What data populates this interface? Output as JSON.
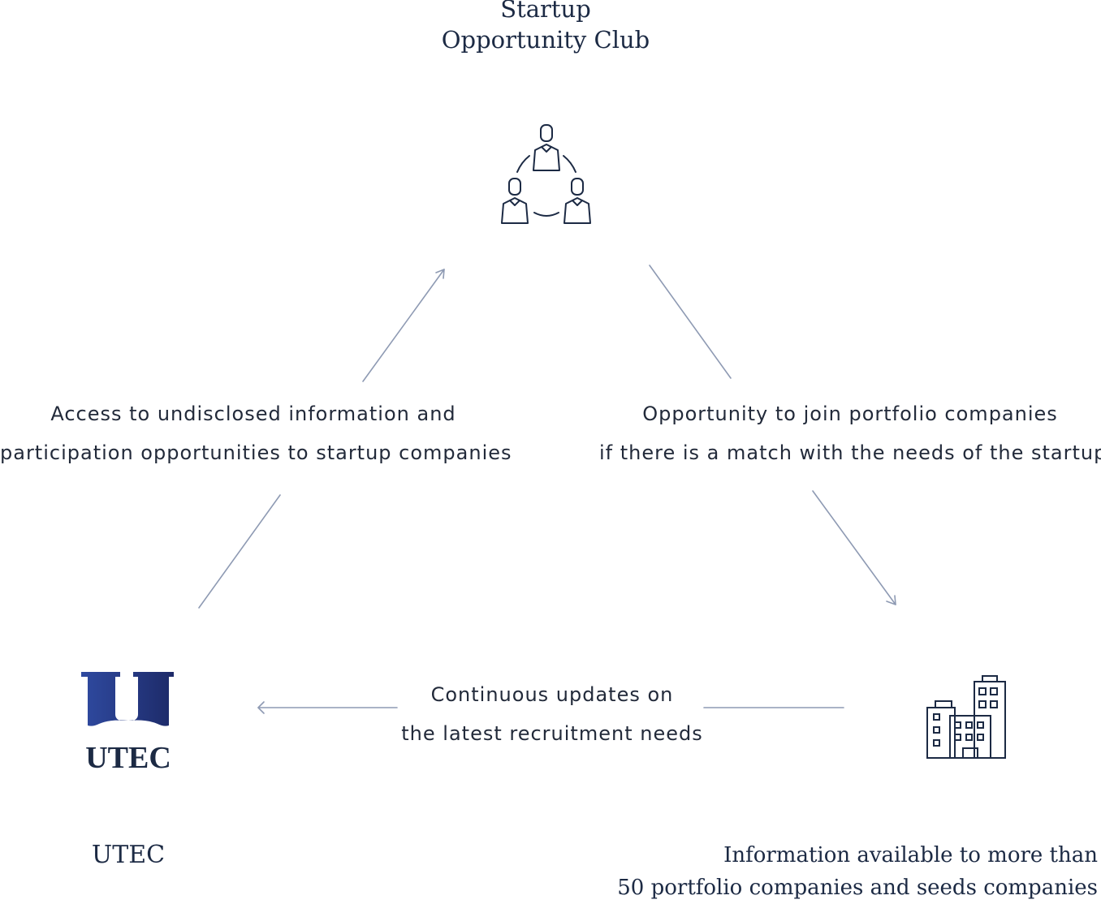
{
  "nodes": {
    "top": {
      "title_line1": "Startup",
      "title_line2": "Opportunity Club",
      "icon": "people-network-icon"
    },
    "left": {
      "logo_text": "UTEC",
      "caption": "UTEC",
      "icon": "utec-logo"
    },
    "right": {
      "caption_line1": "Information available to more than",
      "caption_line2": "50 portfolio companies and seeds companies",
      "icon": "buildings-icon"
    }
  },
  "edges": {
    "left_to_top": {
      "line1": "Access to undisclosed information and",
      "line2": "participation opportunities to startup companies"
    },
    "top_to_right": {
      "line1": "Opportunity to join portfolio companies",
      "line2": "if there is a match with the needs of the startup"
    },
    "right_to_left": {
      "line1": "Continuous updates on",
      "line2": "the latest recruitment needs"
    }
  },
  "colors": {
    "text": "#1c2a44",
    "connector": "#8e9ab3",
    "logo_dark": "#1c2a44",
    "logo_gradient_start": "#2f4aa0",
    "logo_gradient_end": "#1d2a68"
  }
}
